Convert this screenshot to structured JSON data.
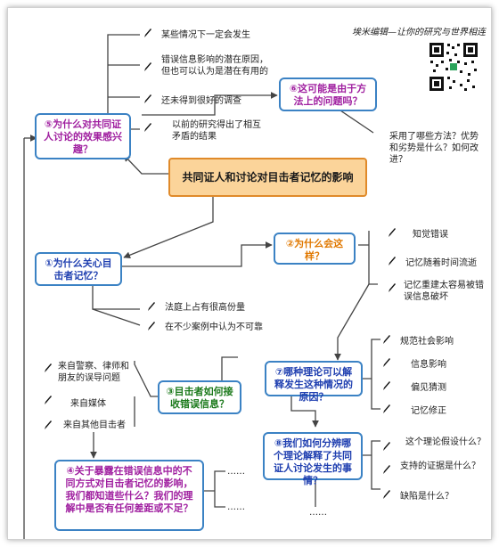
{
  "watermark": "埃米编辑—让你的研究与世界相连",
  "central_topic": "共同证人和讨论对目击者记忆的影响",
  "nodes": {
    "n1": "①为什么关心目击者记忆？",
    "n2": "②为什么会这样？",
    "n3": "③目击者如何接收错误信息？",
    "n4": "④关于暴露在错误信息中的不同方式对目击者记忆的影响，我们都知道些什么？我们的理解中是否有任何差距或不足？",
    "n5": "⑤为什么对共同证人讨论的效果感兴趣？",
    "n6": "⑥这可能是由于方法上的问题吗？",
    "n7": "⑦哪种理论可以解释发生这种情况的原因？",
    "n8": "⑧我们如何分辨哪个理论解释了共同证人讨论发生的事情？"
  },
  "leaves": {
    "n5": [
      "某些情况下一定会发生",
      "错误信息影响的潜在原因，但也可以认为是潜在有用的",
      "还未得到很好的调查",
      "以前的研究得出了相互矛盾的结果"
    ],
    "n6": [
      "采用了哪些方法？优势和劣势是什么？如何改进？"
    ],
    "n1": [
      "法庭上占有很高份量",
      "在不少案例中认为不可靠"
    ],
    "n2": [
      "知觉错误",
      "记忆随着时间流逝",
      "记忆重建太容易被错误信息破坏"
    ],
    "n3": [
      "来自警察、律师和朋友的误导问题",
      "来自媒体",
      "来自其他目击者"
    ],
    "n7": [
      "规范社会影响",
      "信息影响",
      "偏见猜测",
      "记忆修正"
    ],
    "n8": [
      "这个理论假设什么？",
      "支持的证据是什么？",
      "缺陷是什么？"
    ],
    "n4": [
      "……",
      "……"
    ],
    "n8_more": "……"
  },
  "colors": {
    "node_border": "#3b82c4",
    "central_fill": "#fbd49a",
    "central_border": "#e08a2a",
    "blue_text": "#1f3fb0",
    "purple_text": "#a020a0",
    "orange_text": "#e07800",
    "green_text": "#1c7a1c",
    "connector": "#444444"
  },
  "icons": [
    "pencil-icon",
    "qr-code-icon"
  ]
}
